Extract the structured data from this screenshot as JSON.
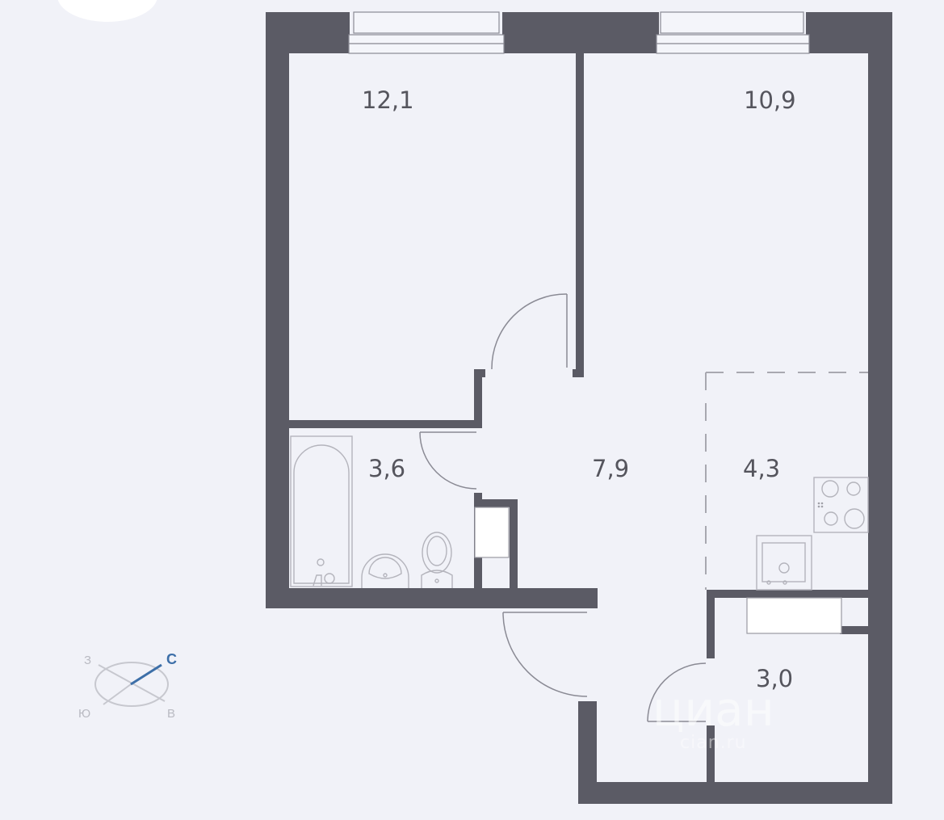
{
  "floor_plan": {
    "rooms": [
      {
        "id": "bedroom",
        "area": "12,1"
      },
      {
        "id": "living-room",
        "area": "10,9"
      },
      {
        "id": "bathroom",
        "area": "3,6"
      },
      {
        "id": "hallway",
        "area": "7,9"
      },
      {
        "id": "kitchen-zone",
        "area": "4,3"
      },
      {
        "id": "storage",
        "area": "3,0"
      }
    ]
  },
  "compass": {
    "north": "С",
    "east": "В",
    "south": "Ю",
    "west": "З",
    "north_color": "#3d6fa8"
  },
  "watermark": {
    "brand": "циан",
    "subtitle": "cian.ru"
  },
  "colors": {
    "background": "#f1f2f8",
    "wall": "#5b5b65"
  }
}
